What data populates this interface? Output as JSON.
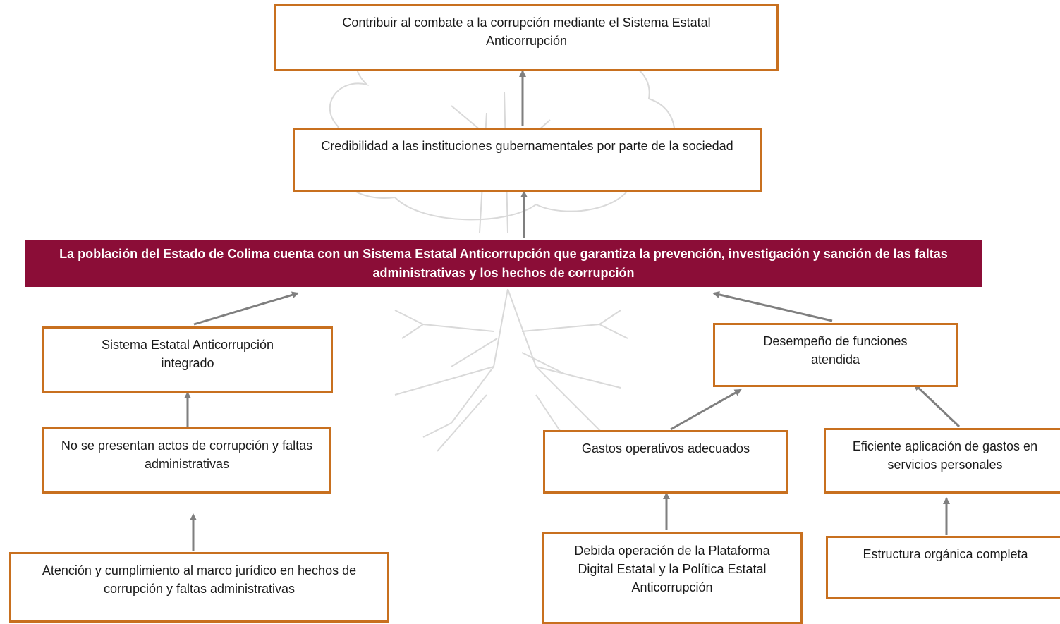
{
  "colors": {
    "box_border": "#c8701f",
    "banner_bg": "#8b0d37",
    "arrow": "#7f7f7f",
    "watermark": "#d9d9d9"
  },
  "watermark_icon": "tree-icon",
  "goal": "Contribuir al combate a la corrupción mediante el Sistema Estatal Anticorrupción",
  "effect": "Credibilidad a las instituciones gubernamentales por parte de la sociedad",
  "purpose": "La población del Estado de Colima cuenta con un Sistema Estatal Anticorrupción que garantiza la prevención, investigación y sanción de las faltas administrativas y los hechos de corrupción",
  "left": {
    "component": "Sistema Estatal Anticorrupción integrado",
    "sub": "No se presentan actos de corrupción y faltas administrativas",
    "activity": "Atención y cumplimiento al marco jurídico en hechos de corrupción y faltas administrativas"
  },
  "right": {
    "component": "Desempeño de funciones atendida",
    "sub_a": "Gastos operativos adecuados",
    "sub_b": "Eficiente aplicación de gastos en servicios personales",
    "activity_a": "Debida operación de la Plataforma Digital Estatal y la Política Estatal Anticorrupción",
    "activity_b": "Estructura orgánica completa"
  }
}
